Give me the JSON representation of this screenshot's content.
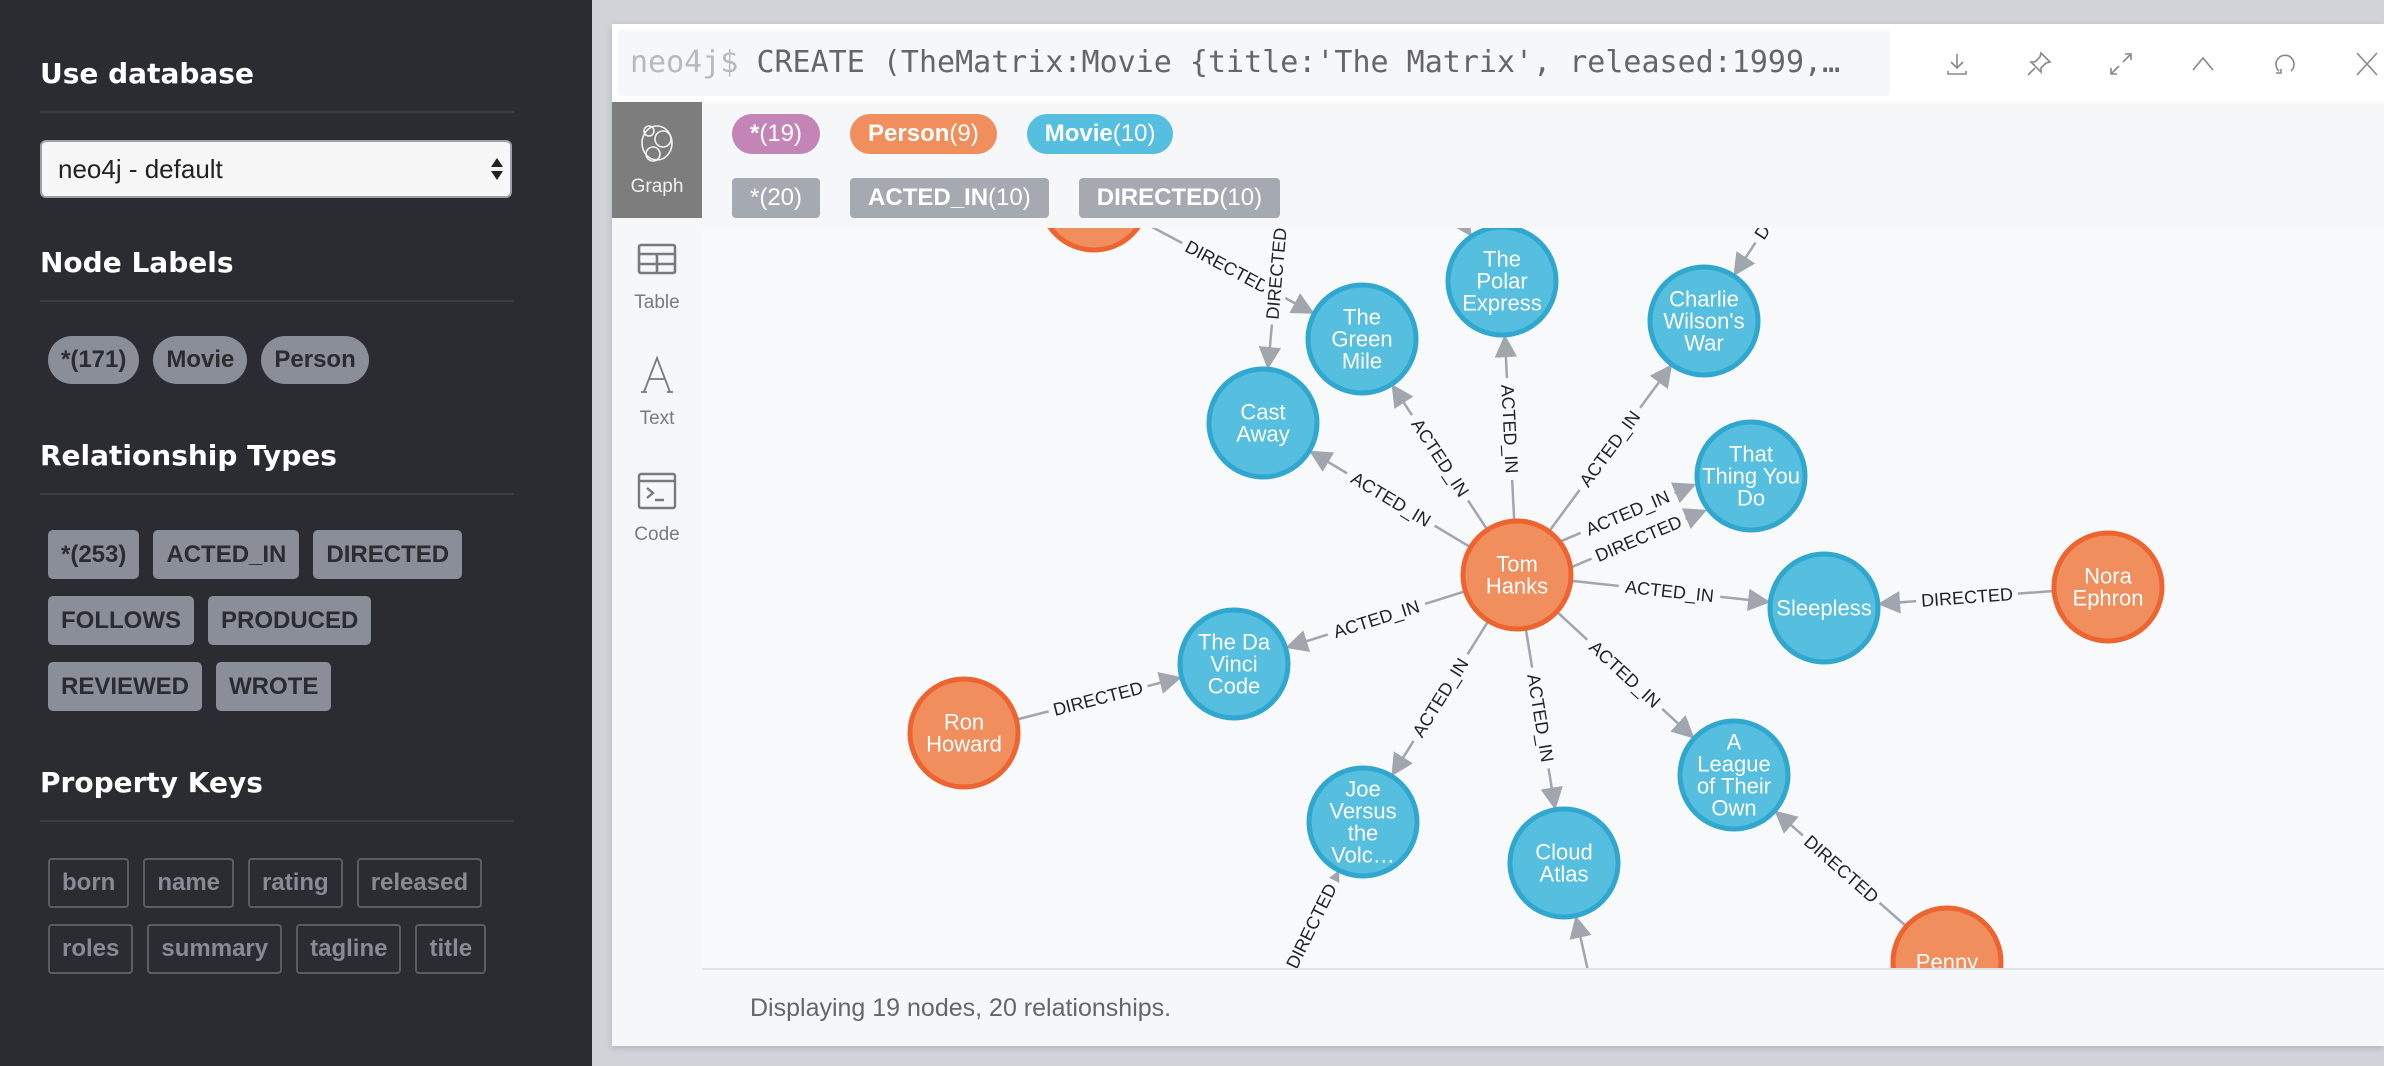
{
  "sidebar": {
    "database": {
      "title": "Use database",
      "selected": "neo4j - default"
    },
    "node_labels": {
      "title": "Node Labels",
      "items": [
        "*(171)",
        "Movie",
        "Person"
      ]
    },
    "relationship_types": {
      "title": "Relationship Types",
      "items": [
        "*(253)",
        "ACTED_IN",
        "DIRECTED",
        "FOLLOWS",
        "PRODUCED",
        "REVIEWED",
        "WROTE"
      ]
    },
    "property_keys": {
      "title": "Property Keys",
      "items": [
        "born",
        "name",
        "rating",
        "released",
        "roles",
        "summary",
        "tagline",
        "title"
      ]
    }
  },
  "frame": {
    "prompt": "neo4j$",
    "query": "CREATE (TheMatrix:Movie {title:'The Matrix', released:1999,…",
    "actions": [
      {
        "name": "download-icon",
        "label": "Export"
      },
      {
        "name": "pin-icon",
        "label": "Pin"
      },
      {
        "name": "expand-icon",
        "label": "Fullscreen"
      },
      {
        "name": "collapse-icon",
        "label": "Collapse"
      },
      {
        "name": "rerun-icon",
        "label": "Rerun"
      },
      {
        "name": "close-icon",
        "label": "Close"
      }
    ],
    "tabs": [
      {
        "label": "Graph",
        "icon": "graph-icon",
        "active": true
      },
      {
        "label": "Table",
        "icon": "table-icon",
        "active": false
      },
      {
        "label": "Text",
        "icon": "text-icon",
        "active": false
      },
      {
        "label": "Code",
        "icon": "code-icon",
        "active": false
      }
    ],
    "legend": {
      "node_labels": [
        {
          "name": "*",
          "count": "(19)",
          "color": "#c384b8"
        },
        {
          "name": "Person",
          "count": "(9)",
          "color": "#f18e5e"
        },
        {
          "name": "Movie",
          "count": "(10)",
          "color": "#56bedf"
        }
      ],
      "relationship_types": [
        {
          "name": "*",
          "count": "(20)"
        },
        {
          "name": "ACTED_IN",
          "count": "(10)"
        },
        {
          "name": "DIRECTED",
          "count": "(10)"
        }
      ]
    },
    "status": "Displaying 19 nodes, 20 relationships."
  },
  "colors": {
    "person_fill": "#f18e5e",
    "person_stroke": "#ee6430",
    "movie_fill": "#56bedf",
    "movie_stroke": "#30a7cf",
    "edge": "#a0a5ae"
  },
  "graph": {
    "nodes": [
      {
        "id": "tom",
        "type": "Person",
        "lines": [
          "Tom",
          "Hanks"
        ]
      },
      {
        "id": "castaway",
        "type": "Movie",
        "lines": [
          "Cast",
          "Away"
        ]
      },
      {
        "id": "greenmile",
        "type": "Movie",
        "lines": [
          "The",
          "Green",
          "Mile"
        ]
      },
      {
        "id": "polar",
        "type": "Movie",
        "lines": [
          "The",
          "Polar",
          "Express"
        ]
      },
      {
        "id": "charlie",
        "type": "Movie",
        "lines": [
          "Charlie",
          "Wilson's",
          "War"
        ]
      },
      {
        "id": "thatthing",
        "type": "Movie",
        "lines": [
          "That",
          "Thing You",
          "Do"
        ]
      },
      {
        "id": "sleepless",
        "type": "Movie",
        "lines": [
          "Sleepless"
        ]
      },
      {
        "id": "nora",
        "type": "Person",
        "lines": [
          "Nora",
          "Ephron"
        ]
      },
      {
        "id": "davinci",
        "type": "Movie",
        "lines": [
          "The Da",
          "Vinci",
          "Code"
        ]
      },
      {
        "id": "ron",
        "type": "Person",
        "lines": [
          "Ron",
          "Howard"
        ]
      },
      {
        "id": "joe",
        "type": "Movie",
        "lines": [
          "Joe",
          "Versus",
          "the",
          "Volc…"
        ]
      },
      {
        "id": "cloud",
        "type": "Movie",
        "lines": [
          "Cloud",
          "Atlas"
        ]
      },
      {
        "id": "league",
        "type": "Movie",
        "lines": [
          "A",
          "League",
          "of Their",
          "Own"
        ]
      },
      {
        "id": "penny",
        "type": "Person",
        "lines": [
          "Penny"
        ]
      },
      {
        "id": "topdirector",
        "type": "Person",
        "lines": []
      }
    ],
    "edges": [
      {
        "from": "tom",
        "to": "castaway",
        "label": "ACTED_IN"
      },
      {
        "from": "tom",
        "to": "greenmile",
        "label": "ACTED_IN"
      },
      {
        "from": "tom",
        "to": "polar",
        "label": "ACTED_IN"
      },
      {
        "from": "tom",
        "to": "charlie",
        "label": "ACTED_IN"
      },
      {
        "from": "tom",
        "to": "thatthing",
        "label": "ACTED_IN"
      },
      {
        "from": "tom",
        "to": "thatthing",
        "label": "DIRECTED"
      },
      {
        "from": "tom",
        "to": "sleepless",
        "label": "ACTED_IN"
      },
      {
        "from": "nora",
        "to": "sleepless",
        "label": "DIRECTED"
      },
      {
        "from": "tom",
        "to": "davinci",
        "label": "ACTED_IN"
      },
      {
        "from": "ron",
        "to": "davinci",
        "label": "DIRECTED"
      },
      {
        "from": "tom",
        "to": "joe",
        "label": "ACTED_IN"
      },
      {
        "from": "tom",
        "to": "cloud",
        "label": "ACTED_IN"
      },
      {
        "from": "tom",
        "to": "league",
        "label": "ACTED_IN"
      },
      {
        "from": "penny",
        "to": "league",
        "label": "DIRECTED"
      },
      {
        "from": "topdirector",
        "to": "greenmile",
        "label": "DIRECTED"
      },
      {
        "from": "offscreen-top-a",
        "to": "castaway",
        "label": "DIRECTED"
      },
      {
        "from": "offscreen-top-b",
        "to": "polar",
        "label": ""
      },
      {
        "from": "offscreen-top-c",
        "to": "charlie",
        "label": "D"
      },
      {
        "from": "offscreen-bottom-a",
        "to": "joe",
        "label": "DIRECTED"
      },
      {
        "from": "offscreen-bottom-b",
        "to": "cloud",
        "label": ""
      }
    ]
  }
}
